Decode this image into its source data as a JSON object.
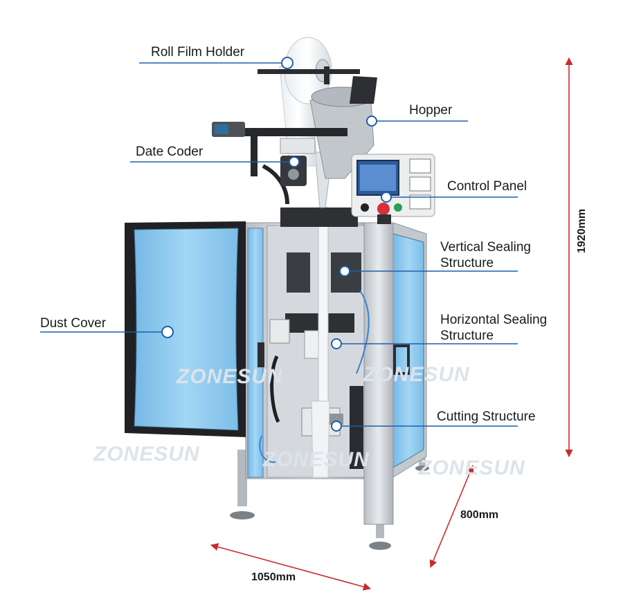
{
  "labels": {
    "roll_film_holder": "Roll Film Holder",
    "hopper": "Hopper",
    "date_coder": "Date Coder",
    "control_panel": "Control Panel",
    "vertical_sealing": "Vertical Sealing\nStructure",
    "horizontal_sealing": "Horizontal Sealing\nStructure",
    "dust_cover": "Dust Cover",
    "cutting_structure": "Cutting Structure"
  },
  "dimensions": {
    "height": "1920mm",
    "depth": "800mm",
    "width": "1050mm"
  },
  "watermark": "ZONESUN",
  "colors": {
    "leader_line": "#1f5fa8",
    "dimension_arrow": "#cc2a2a",
    "glass_panel": "#8ec9ee",
    "frame_steel": "#c9ced3",
    "frame_dark": "#26282b"
  }
}
